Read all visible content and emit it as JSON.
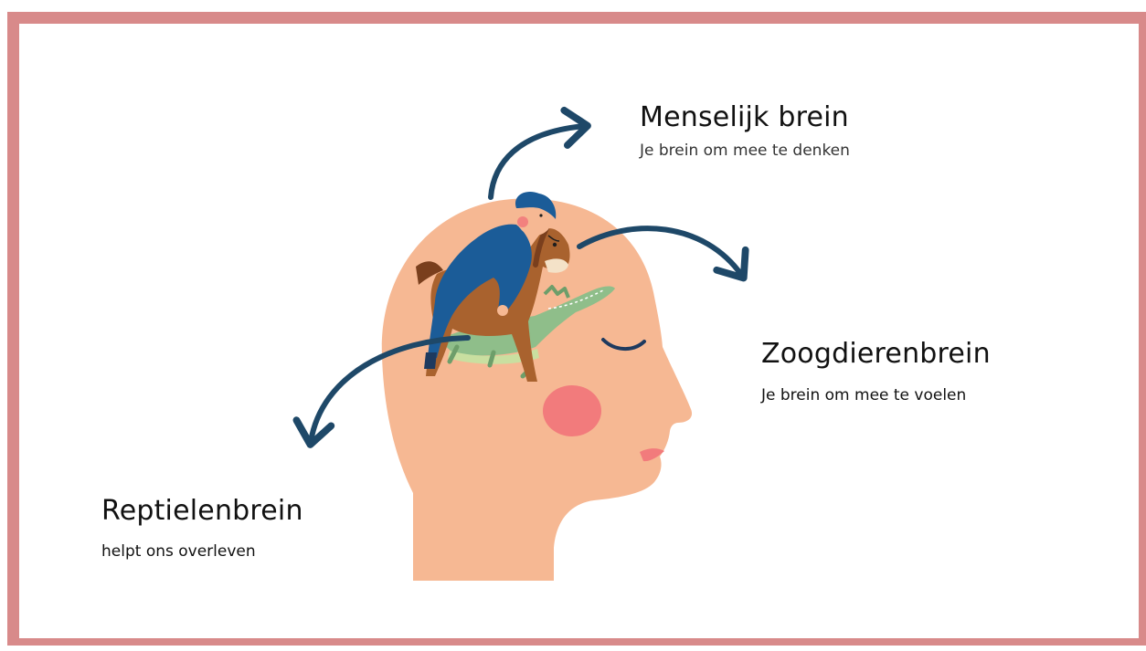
{
  "labels": {
    "human": {
      "title": "Menselijk brein",
      "subtitle": "Je brein om mee te denken"
    },
    "mammal": {
      "title": "Zoogdierenbrein",
      "subtitle": "Je brein om mee te voelen"
    },
    "reptile": {
      "title": "Reptielenbrein",
      "subtitle": "helpt ons overleven"
    }
  },
  "colors": {
    "frame": "#d88a8a",
    "skin": "#f6b893",
    "cheek": "#f27b7c",
    "arrow": "#1e4868",
    "jacket": "#1b5c98",
    "horse": "#a9622e",
    "crocodile": "#8fbe8a"
  },
  "icons": [
    "head-silhouette",
    "rider-on-horse-on-crocodile",
    "curved-arrow"
  ]
}
